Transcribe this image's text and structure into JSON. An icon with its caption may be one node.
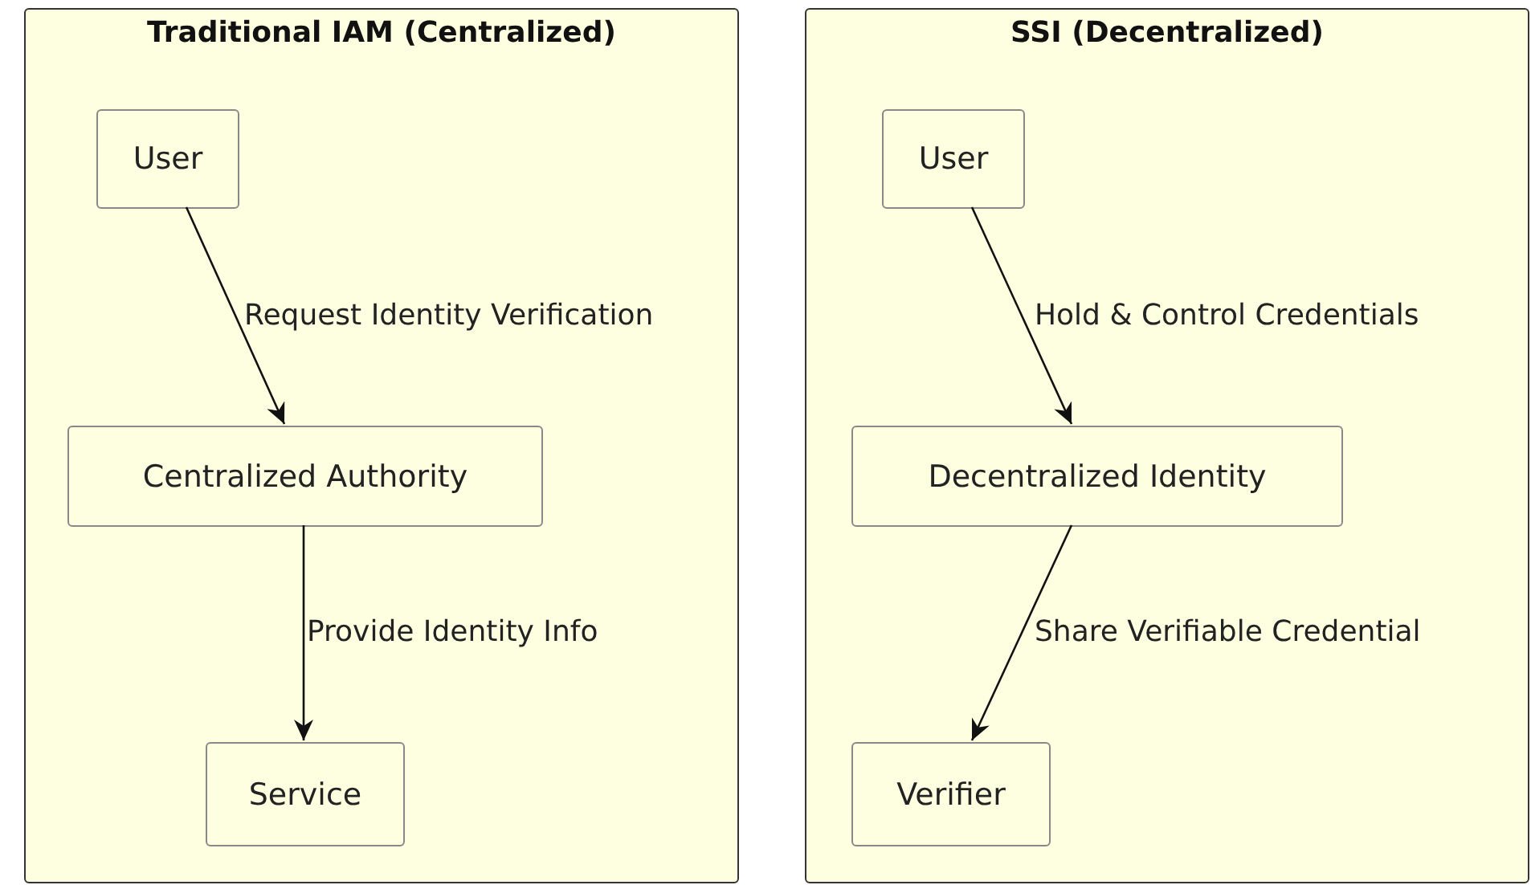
{
  "diagram": {
    "nodes": [
      {
        "text": [
          "Traditional IAM (Centralized)"
        ]
      },
      {
        "text": [
          "User"
        ],
        "in": 0
      },
      {
        "text": [
          "Centralized Authority"
        ],
        "in": 0
      },
      {
        "text": [
          "Service"
        ],
        "in": 0
      },
      {
        "text": [
          "SSI (Decentralized)"
        ]
      },
      {
        "text": [
          "User"
        ],
        "in": 4
      },
      {
        "text": [
          "Decentralized Identity"
        ],
        "in": 4
      },
      {
        "text": [
          "Verifier"
        ],
        "in": 4
      }
    ],
    "edges": [
      {
        "from": 1,
        "to": 2,
        "arrow": "to",
        "label": "Request Identity Verification"
      },
      {
        "from": 2,
        "to": 3,
        "arrow": "to",
        "label": "Provide Identity Info"
      },
      {
        "from": 5,
        "to": 6,
        "arrow": "to",
        "label": "Hold & Control Credentials"
      },
      {
        "from": 6,
        "to": 7,
        "arrow": "to",
        "label": "Share Verifiable Credential"
      }
    ]
  }
}
